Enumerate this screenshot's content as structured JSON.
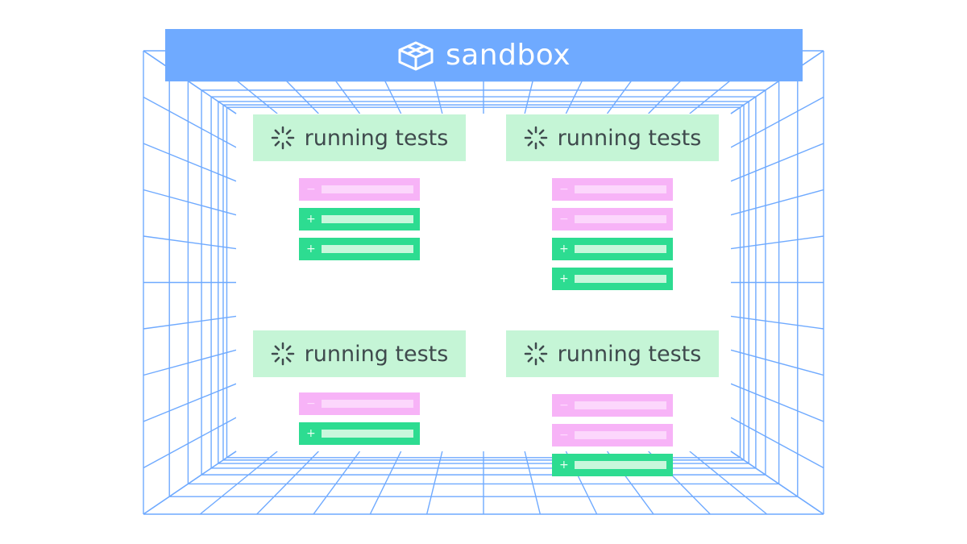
{
  "header": {
    "title": "sandbox",
    "icon": "codesandbox-cube-icon",
    "bg_color": "#6faaff"
  },
  "cards": [
    {
      "label": "running tests",
      "icon": "spinner-icon",
      "lines": [
        "removed",
        "added",
        "added"
      ]
    },
    {
      "label": "running tests",
      "icon": "spinner-icon",
      "lines": [
        "removed",
        "removed",
        "added",
        "added"
      ]
    },
    {
      "label": "running tests",
      "icon": "spinner-icon",
      "lines": [
        "removed",
        "added"
      ]
    },
    {
      "label": "running tests",
      "icon": "spinner-icon",
      "lines": [
        "removed",
        "removed",
        "added"
      ]
    }
  ],
  "colors": {
    "grid": "#6faaff",
    "card_bg": "#c5f5d6",
    "removed": "#f7b3f7",
    "added": "#2ddc91"
  }
}
